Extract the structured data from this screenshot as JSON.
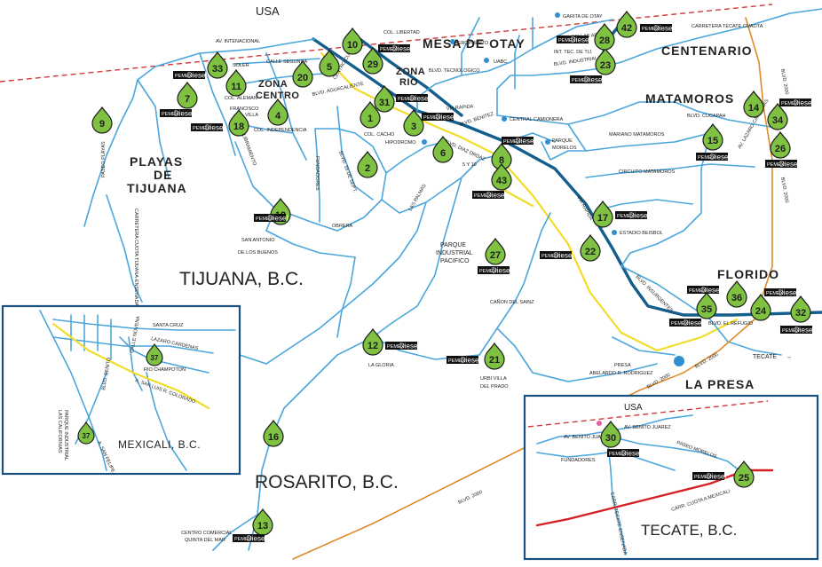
{
  "map": {
    "country_label": "USA",
    "cities": {
      "tijuana": "TIJUANA, B.C.",
      "rosarito": "ROSARITO, B.C.",
      "mexicali": "MEXICALI, B.C.",
      "tecate": "TECATE, B.C."
    },
    "districts": {
      "mesa_de_otay": "MESA DE OTAY",
      "centenario": "CENTENARIO",
      "matamoros": "MATAMOROS",
      "florido": "FLORIDO",
      "la_presa": "LA PRESA",
      "playas_1": "PLAYAS",
      "playas_2": "DE",
      "playas_3": "TIJUANA",
      "zona_centro_1": "ZONA",
      "zona_centro_2": "CENTRO",
      "zona_rio_1": "ZONA",
      "zona_rio_2": "RIO",
      "parque_industrial_1": "PARQUE",
      "parque_industrial_2": "INDUSTRIAL",
      "parque_industrial_3": "PACIFICO"
    },
    "streets": {
      "av_intenacional": "AV. INTENACIONAL",
      "col_libertad": "COL. LIBERTAD",
      "aeropuerto": "AEROPUERTO",
      "garita_otay": "GARITA DE OTAY",
      "blvd_bellas_artes": "BLVD. BELLAS ARTES",
      "carretera_tecate": "CARRETERA TECATE CUAOTA",
      "uabc": "UABC",
      "int_tec_tij": "INT. TEC. DE TIJ.",
      "blvd_industrial": "BLVD. INDUSTRIAL",
      "blvd_tecnologico": "BLVD. TECNOLOGICO",
      "soler": "SOLER",
      "calle_segunda": "CALLE SEGUNDA",
      "col_aleman": "COL. ALEMAN",
      "francisco_villa_1": "FRANCISCO",
      "francisco_villa_2": "VILLA",
      "col_independencia": "COL. INDEPENDENCIA",
      "blvd_aguacaliente": "BLVD. AGUACALIENTE",
      "col_cacho": "COL. CACHO",
      "via_rapida": "VIA RAPIDA",
      "blvd_benitez": "BLVD. BENITEZ",
      "central_camionera": "CENTRAL CAMIONERA",
      "hipodromo": "HIPODROMO",
      "blvd_diaz_ordaz": "BLVD. DIAZ ORDAZ",
      "cinco_y_diez": "5 Y 10",
      "parque_morelos_1": "PARQUE",
      "parque_morelos_2": "MORELOS",
      "mariano_matamoros": "MARIANO MATAMOROS",
      "blvd_cucapah": "BLVD. CUCAPAH",
      "circuito_matamoros": "CIRCUITO MATAMOROS",
      "paseo_playas": "PASEO PLAYAS",
      "carretera_cuota": "CARRETERA CUOTA TIJUANA-ENSENADA",
      "libramiento": "LIBRAMIENTO",
      "fundadores": "FUNDADORES",
      "blvd_16_sept": "BLVD. 16 DE SEPT.",
      "las_palmas": "LAS PALMAS",
      "obrera": "OBRERA",
      "san_antonio_1": "SAN ANTONIO",
      "san_antonio_2": "DE LOS BUENOS",
      "estadio_beisbol": "ESTADIO BEISBOL",
      "via_rapida_2": "VIA RAPIDA",
      "blvd_insurgentes": "BLVD. INSURGENTES",
      "canon_del_sainz": "CAÑON DEL SAINZ",
      "blvd_el_refugio": "BLVD. EL REFUGIO",
      "presa_1": "PRESA",
      "presa_2": "ABELARDO R. RODRIGUEZ",
      "tecate_arrow": "TECATE",
      "la_gloria": "LA GLORIA",
      "urbi_1": "URBI VILLA",
      "urbi_2": "DEL PRADO",
      "blvd_2000_a": "BLVD. 2000",
      "blvd_2000_b": "BLVD. 2000",
      "blvd_2000_c": "BLVD. 2000",
      "blvd_2000_d": "BLVD. 2000",
      "blvd_2000_e": "BLVD. 2000",
      "centro_comercial_1": "CENTRO COMERCIAL",
      "centro_comercial_2": "QUINTA DEL MAR",
      "av_lazaro_cardenas": "AV. LAZARO CARDENAS",
      "centro_cultural": "CENTRO CULTURAL"
    },
    "mexicali_inset": {
      "santa_cruz": "SANTA CRUZ",
      "lazaro_cardenas": "LAZARO CARDENAS",
      "calle_novena": "CALLE NOVENA",
      "rio_champoton": "RIO CHAMPOTON",
      "blvd_benito": "BLVD. BENITO",
      "san_luis": "A. SAN LUIS R. COLORADO",
      "parque_1": "PARQUE INDUSTRIAL",
      "parque_2": "LAS CALIFORNIAS",
      "san_felipe": "A. SAN FELIPE"
    },
    "tecate_inset": {
      "usa": "USA",
      "av_benito_juarez_1": "AV. BENITO JUAREZ",
      "av_benito_juarez_2": "AV. BENITO JUAREZ",
      "paseo_morelos": "PASEO MORELOS",
      "fundadores": "FUNDADORES",
      "carr_tecate_ensenada": "CARR. TECATE-ENSENADA",
      "carr_cuota_mexicali": "CARR. CUOTA A MEXICALI"
    },
    "brand": {
      "pemex": "PEMEX",
      "diesel": "Diesel"
    },
    "stations": [
      "1",
      "2",
      "3",
      "4",
      "5",
      "6",
      "7",
      "8",
      "9",
      "10",
      "11",
      "12",
      "13",
      "14",
      "15",
      "16",
      "17",
      "18",
      "19",
      "20",
      "21",
      "22",
      "23",
      "24",
      "25",
      "26",
      "27",
      "28",
      "29",
      "30",
      "31",
      "32",
      "33",
      "34",
      "35",
      "36",
      "37",
      "42",
      "43"
    ],
    "colors": {
      "road": "#4aa6dc",
      "main_road": "#135e8c",
      "secondary_highway": "#f2dc2a",
      "blvd_2000": "#e08a2a",
      "toll_road": "#d42020",
      "border": "#d23a3a",
      "station_pin": "#7fc242",
      "inset_frame": "#1a4f82"
    }
  }
}
